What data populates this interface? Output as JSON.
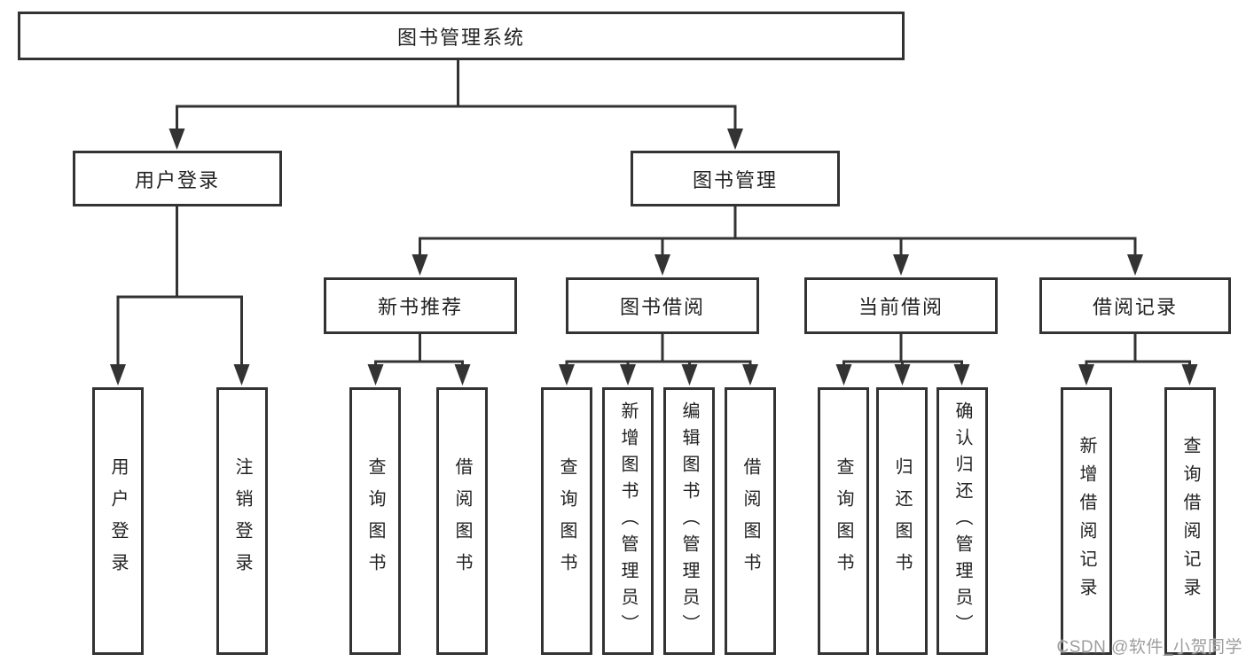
{
  "nodes": {
    "root": "图书管理系统",
    "user_login": "用户登录",
    "book_management": "图书管理",
    "new_book_recommendation": "新书推荐",
    "book_borrowing": "图书借阅",
    "current_borrowing": "当前借阅",
    "borrowing_records": "借阅记录"
  },
  "leaves": {
    "user_login": [
      "用户登录",
      "注销登录"
    ],
    "new_book_recommendation": [
      "查询图书",
      "借阅图书"
    ],
    "book_borrowing": [
      "查询图书",
      "新增图书（管理员）",
      "编辑图书（管理员）",
      "借阅图书"
    ],
    "current_borrowing": [
      "查询图书",
      "归还图书",
      "确认归还（管理员）"
    ],
    "borrowing_records": [
      "新增借阅记录",
      "查询借阅记录"
    ]
  },
  "watermark": "CSDN @软件_小贺同学",
  "colors": {
    "line": "#333333",
    "text": "#222222",
    "box_background": "#ffffff",
    "watermark": "#9e9e9e",
    "background": "#ffffff"
  }
}
